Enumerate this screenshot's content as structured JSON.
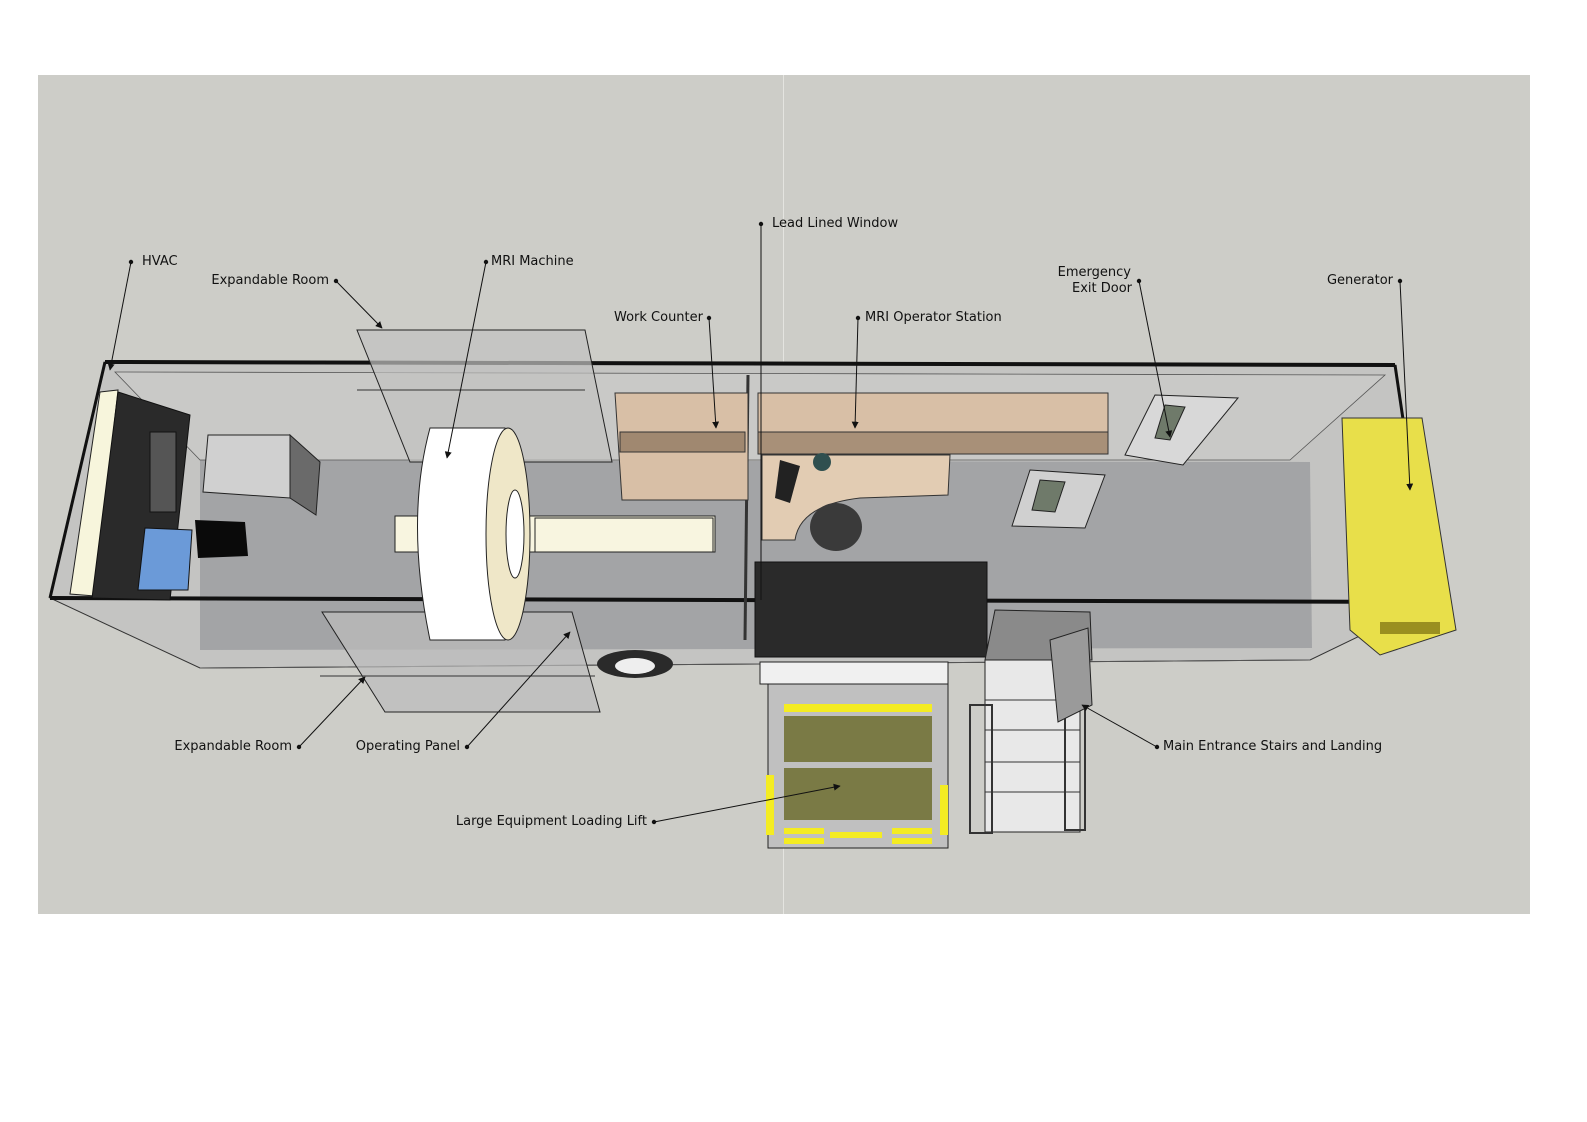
{
  "title": "Mobile MRI Trailer Layout",
  "labels": {
    "hvac": "HVAC",
    "expandable_room_top": "Expandable Room",
    "mri_machine": "MRI Machine",
    "lead_lined_window": "Lead Lined Window",
    "work_counter": "Work Counter",
    "mri_operator_station": "MRI Operator Station",
    "emergency_exit_door_line1": "Emergency",
    "emergency_exit_door_line2": "Exit Door",
    "generator": "Generator",
    "expandable_room_bottom": "Expandable Room",
    "operating_panel": "Operating Panel",
    "loading_lift": "Large Equipment Loading Lift",
    "main_entrance": "Main Entrance Stairs and Landing"
  },
  "colors": {
    "background": "#cdcdc8",
    "floor": "#a3a4a6",
    "counter": "#d8bfa6",
    "generator": "#e8df4a",
    "lift": "#7a7a45",
    "lift_stripe": "#f4ec22",
    "mri": "#f5f1e0"
  }
}
